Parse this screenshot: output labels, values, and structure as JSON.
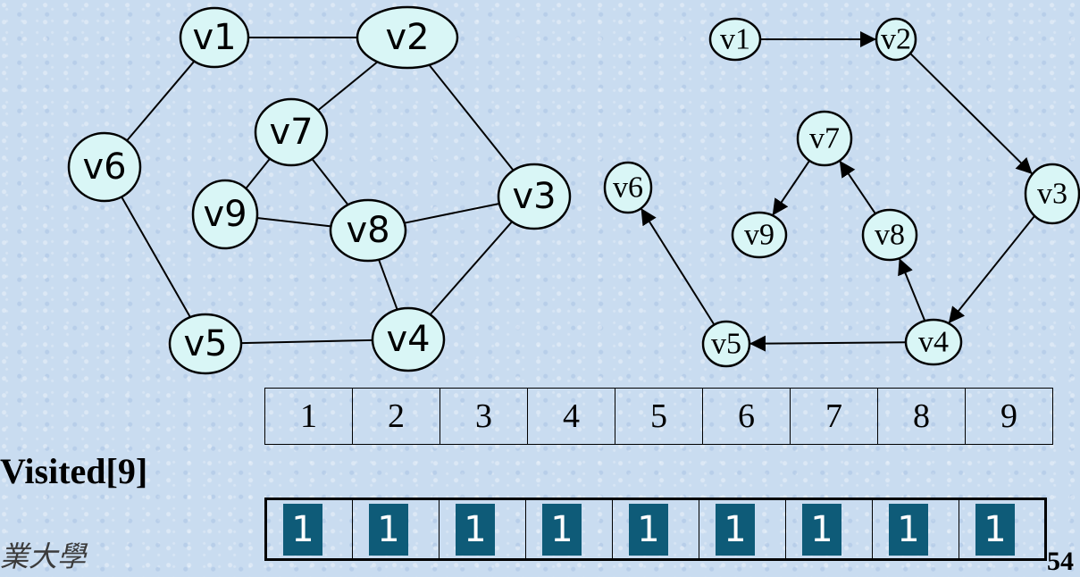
{
  "graph_left": {
    "nodes": [
      {
        "id": "v1",
        "label": "v1"
      },
      {
        "id": "v2",
        "label": "v2"
      },
      {
        "id": "v7",
        "label": "v7"
      },
      {
        "id": "v6",
        "label": "v6"
      },
      {
        "id": "v9",
        "label": "v9"
      },
      {
        "id": "v8",
        "label": "v8"
      },
      {
        "id": "v3",
        "label": "v3"
      },
      {
        "id": "v5",
        "label": "v5"
      },
      {
        "id": "v4",
        "label": "v4"
      }
    ],
    "edges": [
      [
        "v1",
        "v2"
      ],
      [
        "v1",
        "v6"
      ],
      [
        "v6",
        "v5"
      ],
      [
        "v5",
        "v4"
      ],
      [
        "v2",
        "v7"
      ],
      [
        "v2",
        "v3"
      ],
      [
        "v7",
        "v9"
      ],
      [
        "v7",
        "v8"
      ],
      [
        "v9",
        "v8"
      ],
      [
        "v8",
        "v3"
      ],
      [
        "v8",
        "v4"
      ],
      [
        "v3",
        "v4"
      ]
    ]
  },
  "graph_right": {
    "nodes": [
      {
        "id": "v1",
        "label": "v1"
      },
      {
        "id": "v2",
        "label": "v2"
      },
      {
        "id": "v7",
        "label": "v7"
      },
      {
        "id": "v6",
        "label": "v6"
      },
      {
        "id": "v3",
        "label": "v3"
      },
      {
        "id": "v9",
        "label": "v9"
      },
      {
        "id": "v8",
        "label": "v8"
      },
      {
        "id": "v5",
        "label": "v5"
      },
      {
        "id": "v4",
        "label": "v4"
      }
    ],
    "arcs": [
      [
        "v1",
        "v2"
      ],
      [
        "v2",
        "v3"
      ],
      [
        "v3",
        "v4"
      ],
      [
        "v4",
        "v5"
      ],
      [
        "v5",
        "v6"
      ],
      [
        "v4",
        "v8"
      ],
      [
        "v8",
        "v7"
      ],
      [
        "v7",
        "v9"
      ]
    ]
  },
  "index_row": [
    "1",
    "2",
    "3",
    "4",
    "5",
    "6",
    "7",
    "8",
    "9"
  ],
  "visited_label": "Visited[9]",
  "visited_row": [
    "1",
    "1",
    "1",
    "1",
    "1",
    "1",
    "1",
    "1",
    "1"
  ],
  "logo_text": "業大學",
  "page_number": "54",
  "colors": {
    "node_fill": "#d9f6f6",
    "flag_fill": "#0e5b78",
    "background": "#c9dcf0"
  }
}
